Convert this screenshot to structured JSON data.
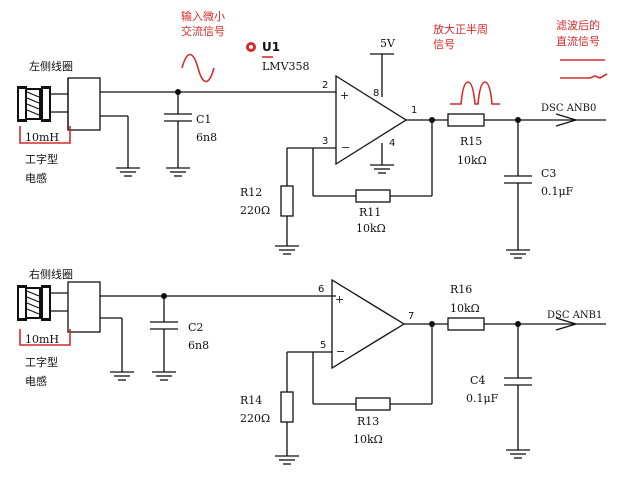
{
  "annotations": {
    "input_small_signal": [
      "输入微小",
      "交流信号"
    ],
    "amplified_half_wave": [
      "放大正半周",
      "信号"
    ],
    "filtered_dc": [
      "滤波后的",
      "直流信号"
    ]
  },
  "chip": {
    "ref": "U1",
    "part": "LMV358"
  },
  "supply": "5V",
  "channels": [
    {
      "coil_label": "左侧线圈",
      "inductor_value": "10mH",
      "inductor_type": [
        "工字型",
        "电感"
      ],
      "cap_ref": "C1",
      "cap_value": "6n8",
      "pin_in_plus": "2",
      "pin_in_minus": "3",
      "pin_out": "1",
      "pin_vcc": "8",
      "pin_gnd": "4",
      "rg_ref": "R12",
      "rg_value": "220Ω",
      "rf_ref": "R11",
      "rf_value": "10kΩ",
      "rs_ref": "R15",
      "rs_value": "10kΩ",
      "cf_ref": "C3",
      "cf_value": "0.1μF",
      "net": "DSC ANB0"
    },
    {
      "coil_label": "右侧线圈",
      "inductor_value": "10mH",
      "inductor_type": [
        "工字型",
        "电感"
      ],
      "cap_ref": "C2",
      "cap_value": "6n8",
      "pin_in_plus": "6",
      "pin_in_minus": "5",
      "pin_out": "7",
      "rg_ref": "R14",
      "rg_value": "220Ω",
      "rf_ref": "R13",
      "rf_value": "10kΩ",
      "rs_ref": "R16",
      "rs_value": "10kΩ",
      "cf_ref": "C4",
      "cf_value": "0.1μF",
      "net": "DSC ANB1"
    }
  ]
}
